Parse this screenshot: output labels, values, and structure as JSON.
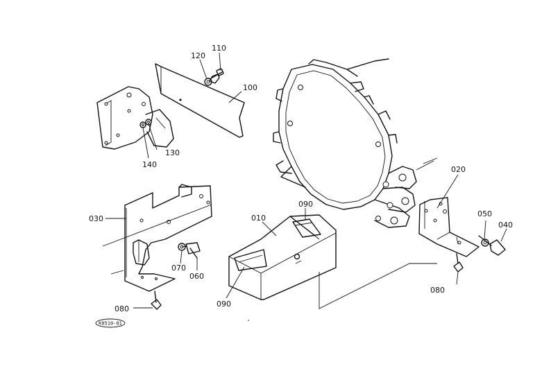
{
  "callouts": [
    {
      "id": "110",
      "label": "110"
    },
    {
      "id": "120",
      "label": "120"
    },
    {
      "id": "100",
      "label": "100"
    },
    {
      "id": "130",
      "label": "130"
    },
    {
      "id": "140",
      "label": "140"
    },
    {
      "id": "020",
      "label": "020"
    },
    {
      "id": "050",
      "label": "050"
    },
    {
      "id": "040",
      "label": "040"
    },
    {
      "id": "080-right",
      "label": "080"
    },
    {
      "id": "030",
      "label": "030"
    },
    {
      "id": "090-top",
      "label": "090"
    },
    {
      "id": "010",
      "label": "010"
    },
    {
      "id": "070",
      "label": "070"
    },
    {
      "id": "060",
      "label": "060"
    },
    {
      "id": "080-left",
      "label": "080"
    },
    {
      "id": "090-bottom",
      "label": "090"
    }
  ],
  "reference_code": "K0510-01"
}
